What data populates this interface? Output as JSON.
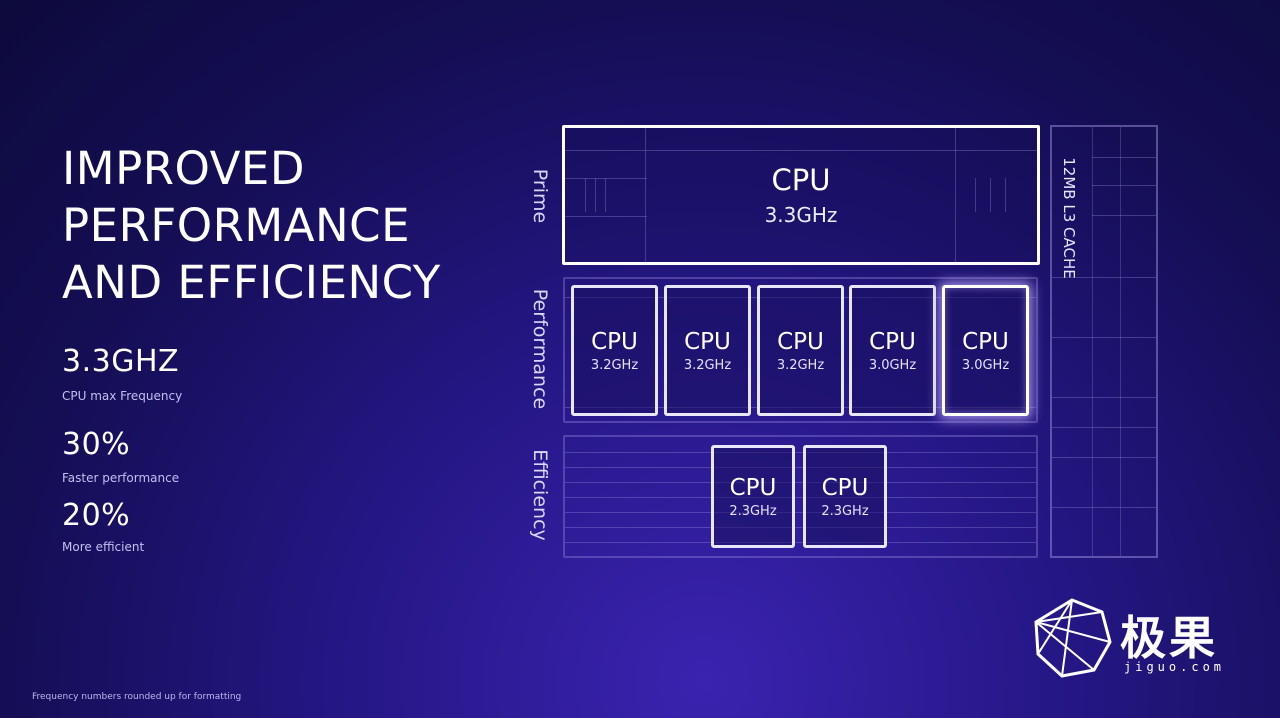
{
  "title_lines": [
    "IMPROVED",
    "PERFORMANCE",
    "AND EFFICIENCY"
  ],
  "stats": [
    {
      "value": "3.3GHZ",
      "label": "CPU max Frequency"
    },
    {
      "value": "30%",
      "label": "Faster performance"
    },
    {
      "value": "20%",
      "label": "More efficient"
    }
  ],
  "footnote": "Frequency numbers rounded up for formatting",
  "diagram": {
    "cluster_labels": {
      "prime": "Prime",
      "performance": "Performance",
      "efficiency": "Efficiency"
    },
    "prime": {
      "label": "CPU",
      "freq": "3.3GHz"
    },
    "performance_cores": [
      {
        "label": "CPU",
        "freq": "3.2GHz"
      },
      {
        "label": "CPU",
        "freq": "3.2GHz"
      },
      {
        "label": "CPU",
        "freq": "3.2GHz"
      },
      {
        "label": "CPU",
        "freq": "3.0GHz"
      },
      {
        "label": "CPU",
        "freq": "3.0GHz"
      }
    ],
    "efficiency_cores": [
      {
        "label": "CPU",
        "freq": "2.3GHz"
      },
      {
        "label": "CPU",
        "freq": "2.3GHz"
      }
    ],
    "cache_label": "12MB L3 CACHE"
  },
  "watermark": {
    "name": "极果",
    "url": "jiguo.com",
    "icon": "polygon-logo-icon"
  }
}
